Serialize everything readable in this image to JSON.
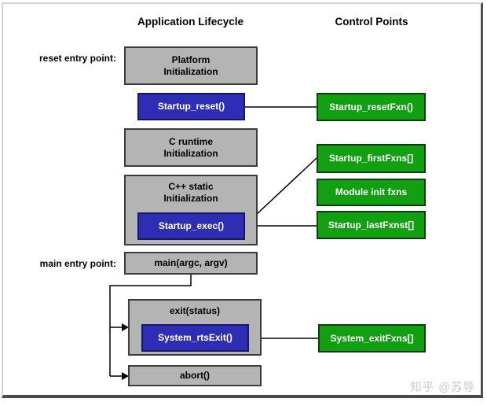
{
  "header": {
    "lifecycle_title": "Application Lifecycle",
    "control_title": "Control Points"
  },
  "labels": {
    "reset_entry": "reset entry point:",
    "main_entry": "main entry point:"
  },
  "lifecycle_boxes": {
    "platform_init": "Platform\nInitialization",
    "startup_reset": "Startup_reset()",
    "c_runtime_init": "C runtime\nInitialization",
    "cpp_static_init": "C++ static\nInitialization",
    "startup_exec": "Startup_exec()",
    "main": "main(argc, argv)",
    "exit": "exit(status)",
    "system_rtsexit": "System_rtsExit()",
    "abort": "abort()"
  },
  "control_boxes": {
    "startup_resetfxn": "Startup_resetFxn()",
    "startup_firstfxns": "Startup_firstFxns[]",
    "module_init_fxns": "Module init fxns",
    "startup_lastfxns": "Startup_lastFxnst[]",
    "system_exitfxns": "System_exitFxns[]"
  },
  "watermark": "知乎 @苏导",
  "colors": {
    "gray_box": "#b4b4b4",
    "blue_box": "#2e2eb4",
    "green_box": "#12a012",
    "line": "#000000"
  }
}
